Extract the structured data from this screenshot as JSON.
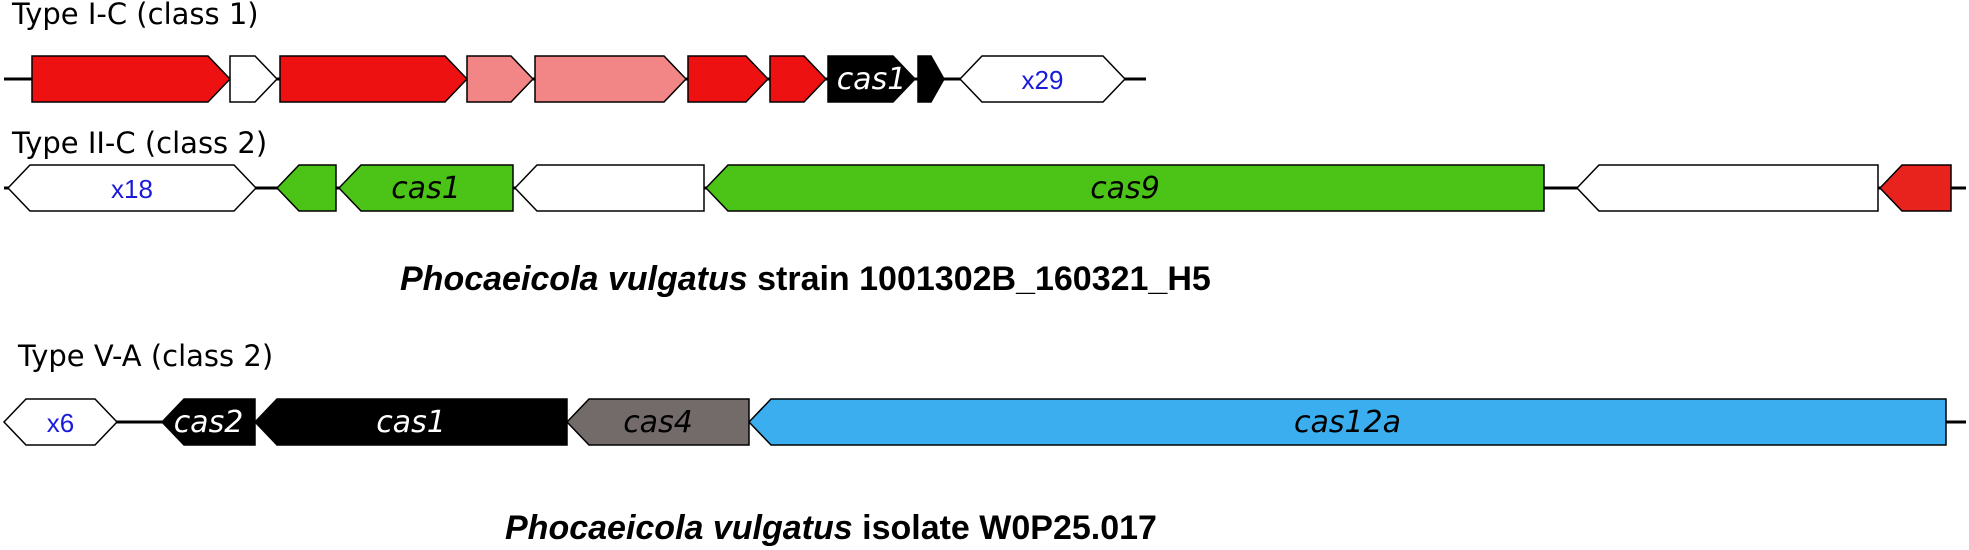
{
  "colors": {
    "red": "#ee1111",
    "pink": "#f28585",
    "black": "#000000",
    "white": "#ffffff",
    "green": "#4cc417",
    "red_alt": "#e8231e",
    "gray": "#726b69",
    "blue": "#3aaeee",
    "count_text": "#1a1adb"
  },
  "tracks": [
    {
      "id": "type-i-c",
      "label": "Type I-C (class 1)",
      "genes": [
        {
          "color": "red",
          "direction": "right",
          "label": ""
        },
        {
          "color": "white",
          "direction": "right",
          "label": ""
        },
        {
          "color": "red",
          "direction": "right",
          "label": ""
        },
        {
          "color": "pink",
          "direction": "right",
          "label": ""
        },
        {
          "color": "pink",
          "direction": "right",
          "label": ""
        },
        {
          "color": "red",
          "direction": "right",
          "label": ""
        },
        {
          "color": "red",
          "direction": "right",
          "label": ""
        },
        {
          "color": "black",
          "direction": "right",
          "label": "cas1"
        },
        {
          "color": "black",
          "direction": "right",
          "label": ""
        },
        {
          "color": "white",
          "direction": "both",
          "label": "x29"
        }
      ]
    },
    {
      "id": "type-ii-c",
      "label": "Type II-C (class 2)",
      "genes": [
        {
          "color": "white",
          "direction": "both",
          "label": "x18"
        },
        {
          "color": "green",
          "direction": "left",
          "label": ""
        },
        {
          "color": "green",
          "direction": "left",
          "label": "cas1"
        },
        {
          "color": "white",
          "direction": "left",
          "label": ""
        },
        {
          "color": "green",
          "direction": "left",
          "label": "cas9"
        },
        {
          "color": "white",
          "direction": "left",
          "label": ""
        },
        {
          "color": "red_alt",
          "direction": "left",
          "label": ""
        }
      ]
    },
    {
      "id": "type-v-a",
      "label": "Type V-A (class 2)",
      "genes": [
        {
          "color": "white",
          "direction": "both",
          "label": "x6"
        },
        {
          "color": "black",
          "direction": "left",
          "label": "cas2"
        },
        {
          "color": "black",
          "direction": "left",
          "label": "cas1"
        },
        {
          "color": "gray",
          "direction": "left",
          "label": "cas4"
        },
        {
          "color": "blue",
          "direction": "left",
          "label": "cas12a"
        }
      ]
    }
  ],
  "captions": [
    {
      "species": "Phocaeicola vulgatus",
      "rest": " strain 1001302B_160321_H5"
    },
    {
      "species": "Phocaeicola vulgatus",
      "rest": " isolate W0P25.017"
    }
  ]
}
